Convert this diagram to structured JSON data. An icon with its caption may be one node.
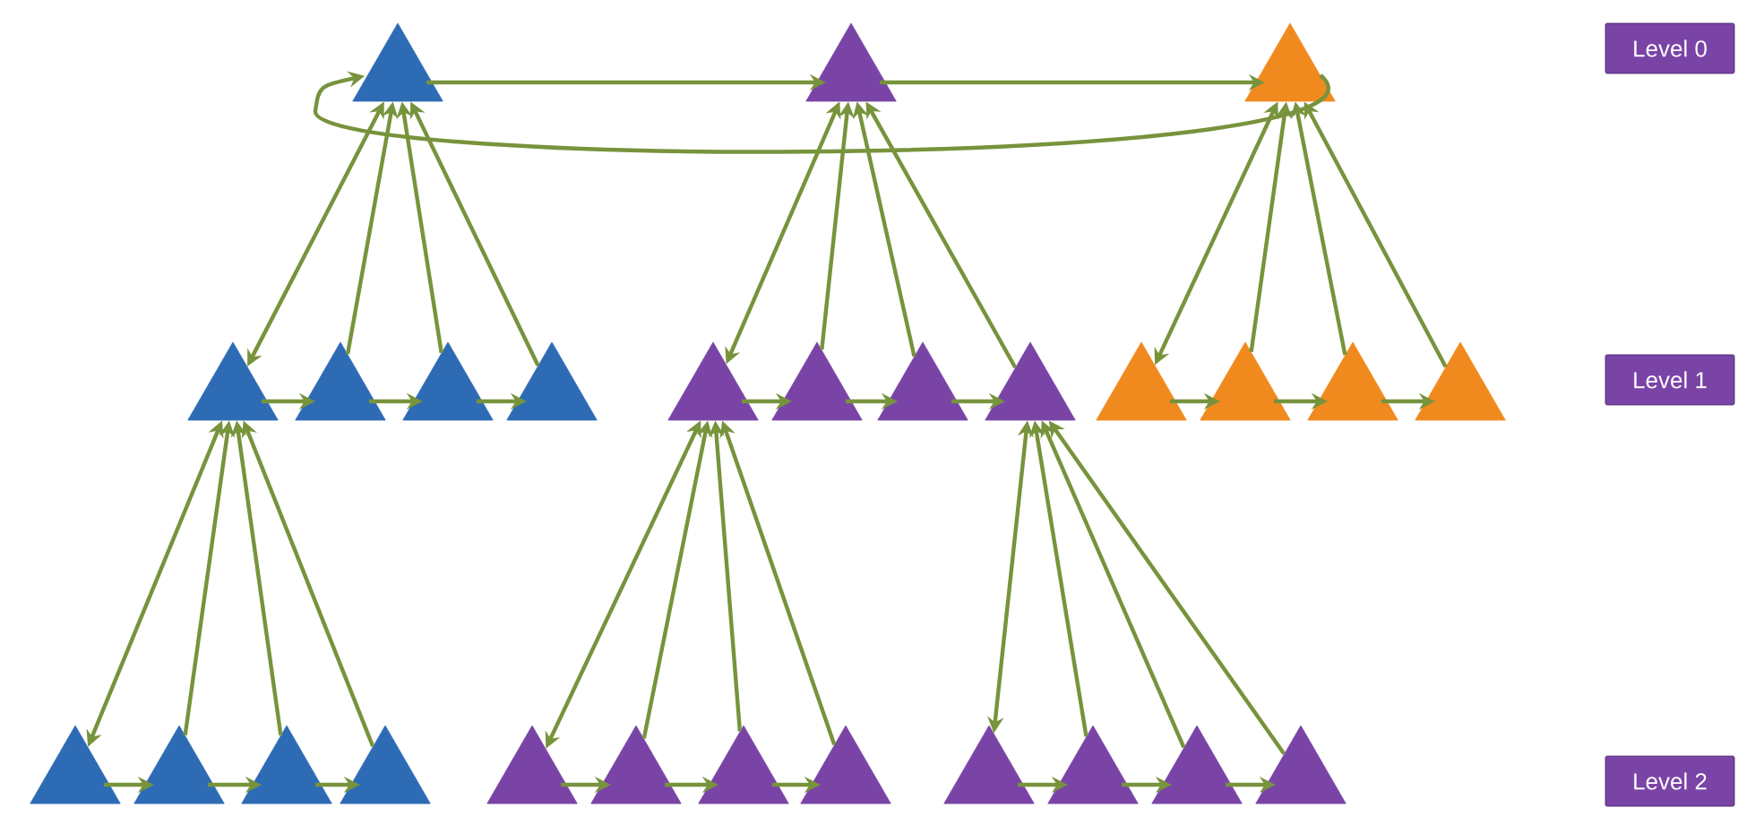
{
  "diagram": {
    "nodes": [
      {
        "text": [],
        "shape": "triangle"
      },
      {
        "text": [],
        "shape": "triangle"
      },
      {
        "text": [],
        "shape": "triangle"
      },
      {
        "text": [],
        "shape": "triangle"
      },
      {
        "text": [],
        "shape": "triangle"
      },
      {
        "text": [],
        "shape": "triangle"
      },
      {
        "text": [],
        "shape": "triangle"
      },
      {
        "text": [],
        "shape": "triangle"
      },
      {
        "text": [],
        "shape": "triangle"
      },
      {
        "text": [],
        "shape": "triangle"
      },
      {
        "text": [],
        "shape": "triangle"
      },
      {
        "text": [],
        "shape": "triangle"
      },
      {
        "text": [],
        "shape": "triangle"
      },
      {
        "text": [],
        "shape": "triangle"
      },
      {
        "text": [],
        "shape": "triangle"
      },
      {
        "text": [],
        "shape": "triangle"
      },
      {
        "text": [],
        "shape": "triangle"
      },
      {
        "text": [],
        "shape": "triangle"
      },
      {
        "text": [],
        "shape": "triangle"
      },
      {
        "text": [],
        "shape": "triangle"
      },
      {
        "text": [],
        "shape": "triangle"
      },
      {
        "text": [],
        "shape": "triangle"
      },
      {
        "text": [],
        "shape": "triangle"
      },
      {
        "text": [],
        "shape": "triangle"
      },
      {
        "text": [],
        "shape": "triangle"
      },
      {
        "text": [],
        "shape": "triangle"
      },
      {
        "text": [],
        "shape": "triangle"
      },
      {
        "text": [
          "Level 0"
        ]
      },
      {
        "text": [
          "Level 1"
        ]
      },
      {
        "text": [
          "Level 2"
        ]
      }
    ],
    "edges": [
      {
        "from": 0,
        "to": 1,
        "arrow": "to"
      },
      {
        "from": 1,
        "to": 2,
        "arrow": "to"
      },
      {
        "from": 2,
        "to": 0,
        "arrow": "to"
      },
      {
        "from": 0,
        "to": 3,
        "arrow": "both"
      },
      {
        "from": 4,
        "to": 0,
        "arrow": "to"
      },
      {
        "from": 5,
        "to": 0,
        "arrow": "to"
      },
      {
        "from": 6,
        "to": 0,
        "arrow": "to"
      },
      {
        "from": 3,
        "to": 4,
        "arrow": "to"
      },
      {
        "from": 4,
        "to": 5,
        "arrow": "to"
      },
      {
        "from": 5,
        "to": 6,
        "arrow": "to"
      },
      {
        "from": 1,
        "to": 7,
        "arrow": "both"
      },
      {
        "from": 8,
        "to": 1,
        "arrow": "to"
      },
      {
        "from": 9,
        "to": 1,
        "arrow": "to"
      },
      {
        "from": 10,
        "to": 1,
        "arrow": "to"
      },
      {
        "from": 7,
        "to": 8,
        "arrow": "to"
      },
      {
        "from": 8,
        "to": 9,
        "arrow": "to"
      },
      {
        "from": 9,
        "to": 10,
        "arrow": "to"
      },
      {
        "from": 2,
        "to": 11,
        "arrow": "both"
      },
      {
        "from": 12,
        "to": 2,
        "arrow": "to"
      },
      {
        "from": 13,
        "to": 2,
        "arrow": "to"
      },
      {
        "from": 14,
        "to": 2,
        "arrow": "to"
      },
      {
        "from": 11,
        "to": 12,
        "arrow": "to"
      },
      {
        "from": 12,
        "to": 13,
        "arrow": "to"
      },
      {
        "from": 13,
        "to": 14,
        "arrow": "to"
      },
      {
        "from": 3,
        "to": 15,
        "arrow": "both"
      },
      {
        "from": 16,
        "to": 3,
        "arrow": "to"
      },
      {
        "from": 17,
        "to": 3,
        "arrow": "to"
      },
      {
        "from": 18,
        "to": 3,
        "arrow": "to"
      },
      {
        "from": 15,
        "to": 16,
        "arrow": "to"
      },
      {
        "from": 16,
        "to": 17,
        "arrow": "to"
      },
      {
        "from": 17,
        "to": 18,
        "arrow": "to"
      },
      {
        "from": 7,
        "to": 19,
        "arrow": "both"
      },
      {
        "from": 20,
        "to": 7,
        "arrow": "to"
      },
      {
        "from": 21,
        "to": 7,
        "arrow": "to"
      },
      {
        "from": 22,
        "to": 7,
        "arrow": "to"
      },
      {
        "from": 19,
        "to": 20,
        "arrow": "to"
      },
      {
        "from": 20,
        "to": 21,
        "arrow": "to"
      },
      {
        "from": 21,
        "to": 22,
        "arrow": "to"
      },
      {
        "from": 10,
        "to": 23,
        "arrow": "both"
      },
      {
        "from": 24,
        "to": 10,
        "arrow": "to"
      },
      {
        "from": 25,
        "to": 10,
        "arrow": "to"
      },
      {
        "from": 26,
        "to": 10,
        "arrow": "to"
      },
      {
        "from": 23,
        "to": 24,
        "arrow": "to"
      },
      {
        "from": 24,
        "to": 25,
        "arrow": "to"
      },
      {
        "from": 25,
        "to": 26,
        "arrow": "to"
      }
    ]
  }
}
